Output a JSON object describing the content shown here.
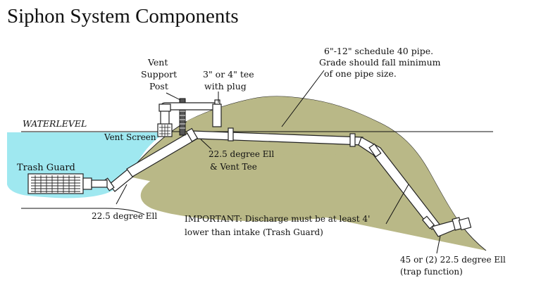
{
  "title": "Siphon System Components",
  "labels": {
    "water_level": "WATERLEVEL",
    "vent_support_line1": "Vent",
    "vent_support_line2": "Support",
    "vent_support_line3": "Post",
    "tee_line1": "3\" or 4\" tee",
    "tee_line2": "with plug",
    "pipe_line1": "6\"-12\" schedule 40 pipe.",
    "pipe_line2": "Grade should fall minimum",
    "pipe_line3": "of one pipe size.",
    "vent_screen": "Vent Screen",
    "ell_vent_line1": "22.5 degree Ell",
    "ell_vent_line2": "& Vent Tee",
    "trash_guard": "Trash Guard",
    "ell_intake": "22.5 degree Ell",
    "important_line1": "IMPORTANT: Discharge must be at least 4'",
    "important_line2": "lower than intake (Trash Guard)",
    "ell_trap_line1": "45 or  (2) 22.5 degree Ell",
    "ell_trap_line2": "(trap function)"
  },
  "colors": {
    "water": "#9fe8f0",
    "earth": "#b9b887",
    "pipe_outline": "#222222",
    "pipe_fill": "#ffffff",
    "line": "#111111"
  }
}
